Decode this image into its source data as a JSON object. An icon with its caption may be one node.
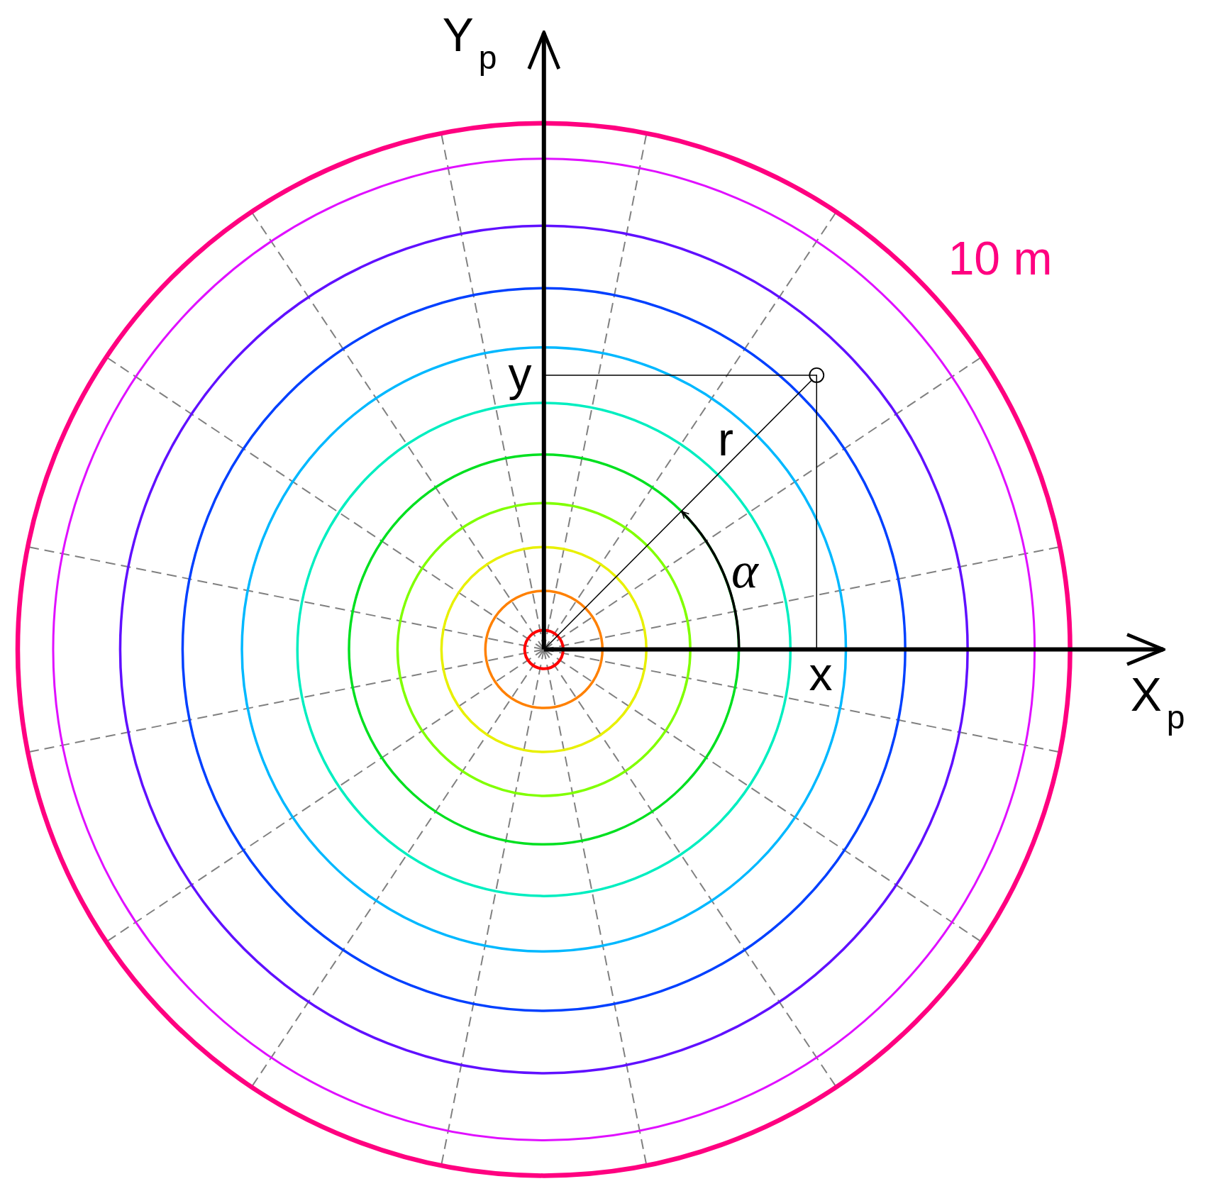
{
  "diagram": {
    "labels": [
      "Y$_{p}$",
      "10 m",
      "y",
      "r",
      "α",
      "x",
      "X$_{p}$"
    ]
  }
}
